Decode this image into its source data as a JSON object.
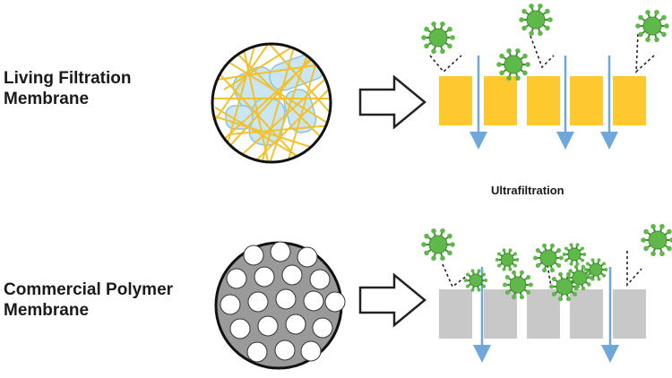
{
  "labels": {
    "living_line1": "Living Filtration",
    "living_line2": "Membrane",
    "commercial_line1": "Commercial Polymer",
    "commercial_line2": "Membrane",
    "process": "Ultrafiltration"
  },
  "colors": {
    "fiber": "#f2c12e",
    "bacteria": "#c9e6f2",
    "bacteria_stroke": "#8cc4dc",
    "membrane_living": "#fdc92f",
    "membrane_polymer": "#c8c8c8",
    "circle_gray": "#9a9a9a",
    "virus": "#5fb84a",
    "virus_dark": "#3e8f2e",
    "flow_arrow": "#6ea7dc"
  },
  "icons": [
    "virus-icon",
    "block-arrow-icon",
    "flow-arrow-icon",
    "bounce-arrow-icon"
  ]
}
